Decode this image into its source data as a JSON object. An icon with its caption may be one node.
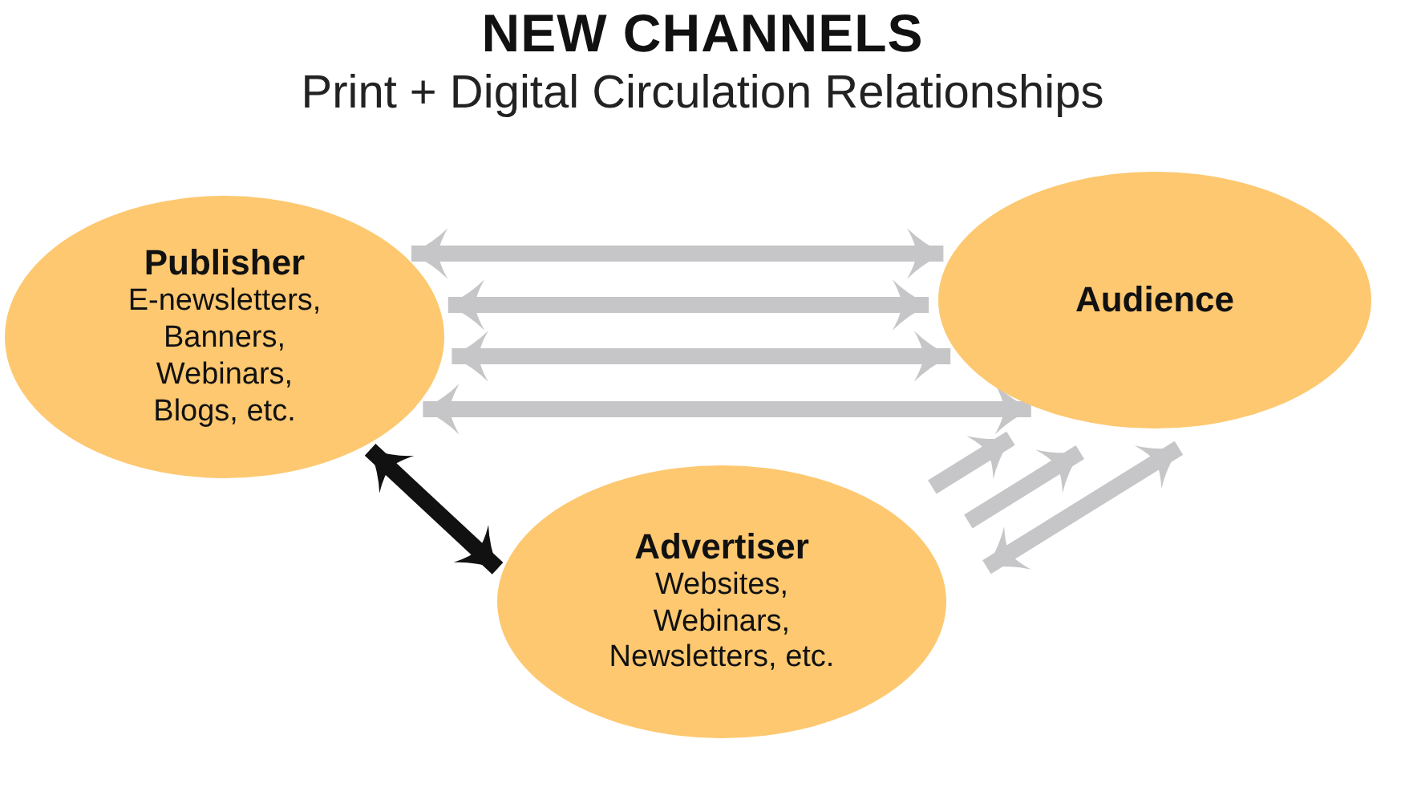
{
  "diagram": {
    "title": "NEW CHANNELS",
    "nodes": [
      {
        "text": [
          "Publisher",
          "E-newsletters, Banners, Webinars, Blogs, etc."
        ]
      },
      {
        "text": [
          "Audience"
        ]
      },
      {
        "text": [
          "Advertiser",
          "Websites, Webinars, Newsletters, etc."
        ]
      }
    ],
    "edges": [
      {
        "from": 0,
        "to": 1,
        "arrow": "both"
      },
      {
        "from": 0,
        "to": 1,
        "arrow": "both"
      },
      {
        "from": 0,
        "to": 1,
        "arrow": "both"
      },
      {
        "from": 0,
        "to": 1,
        "arrow": "both"
      },
      {
        "from": 0,
        "to": 2,
        "arrow": "both",
        "color": "#111111"
      },
      {
        "from": 2,
        "to": 1,
        "arrow": "to"
      },
      {
        "from": 2,
        "to": 1,
        "arrow": "to"
      },
      {
        "from": 2,
        "to": 1,
        "arrow": "both"
      }
    ],
    "labels": [
      "Print + Digital Circulation Relationships"
    ]
  }
}
